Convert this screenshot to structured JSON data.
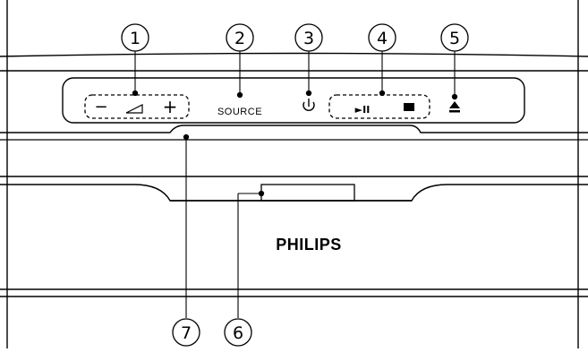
{
  "callouts": [
    {
      "number": "1",
      "target": "volume-controls"
    },
    {
      "number": "2",
      "target": "source-button"
    },
    {
      "number": "3",
      "target": "power-button"
    },
    {
      "number": "4",
      "target": "playback-controls"
    },
    {
      "number": "5",
      "target": "eject-button"
    },
    {
      "number": "6",
      "target": "disc-tray"
    },
    {
      "number": "7",
      "target": "display-strip"
    }
  ],
  "controls": {
    "volume_minus": "−",
    "volume_plus": "+",
    "source_label": "SOURCE",
    "power_icon": "power-icon",
    "play_pause": "►II",
    "stop_icon": "stop-icon",
    "eject_icon": "eject-icon"
  },
  "brand": "PHILIPS",
  "colors": {
    "line": "#000000",
    "background": "#ffffff"
  }
}
